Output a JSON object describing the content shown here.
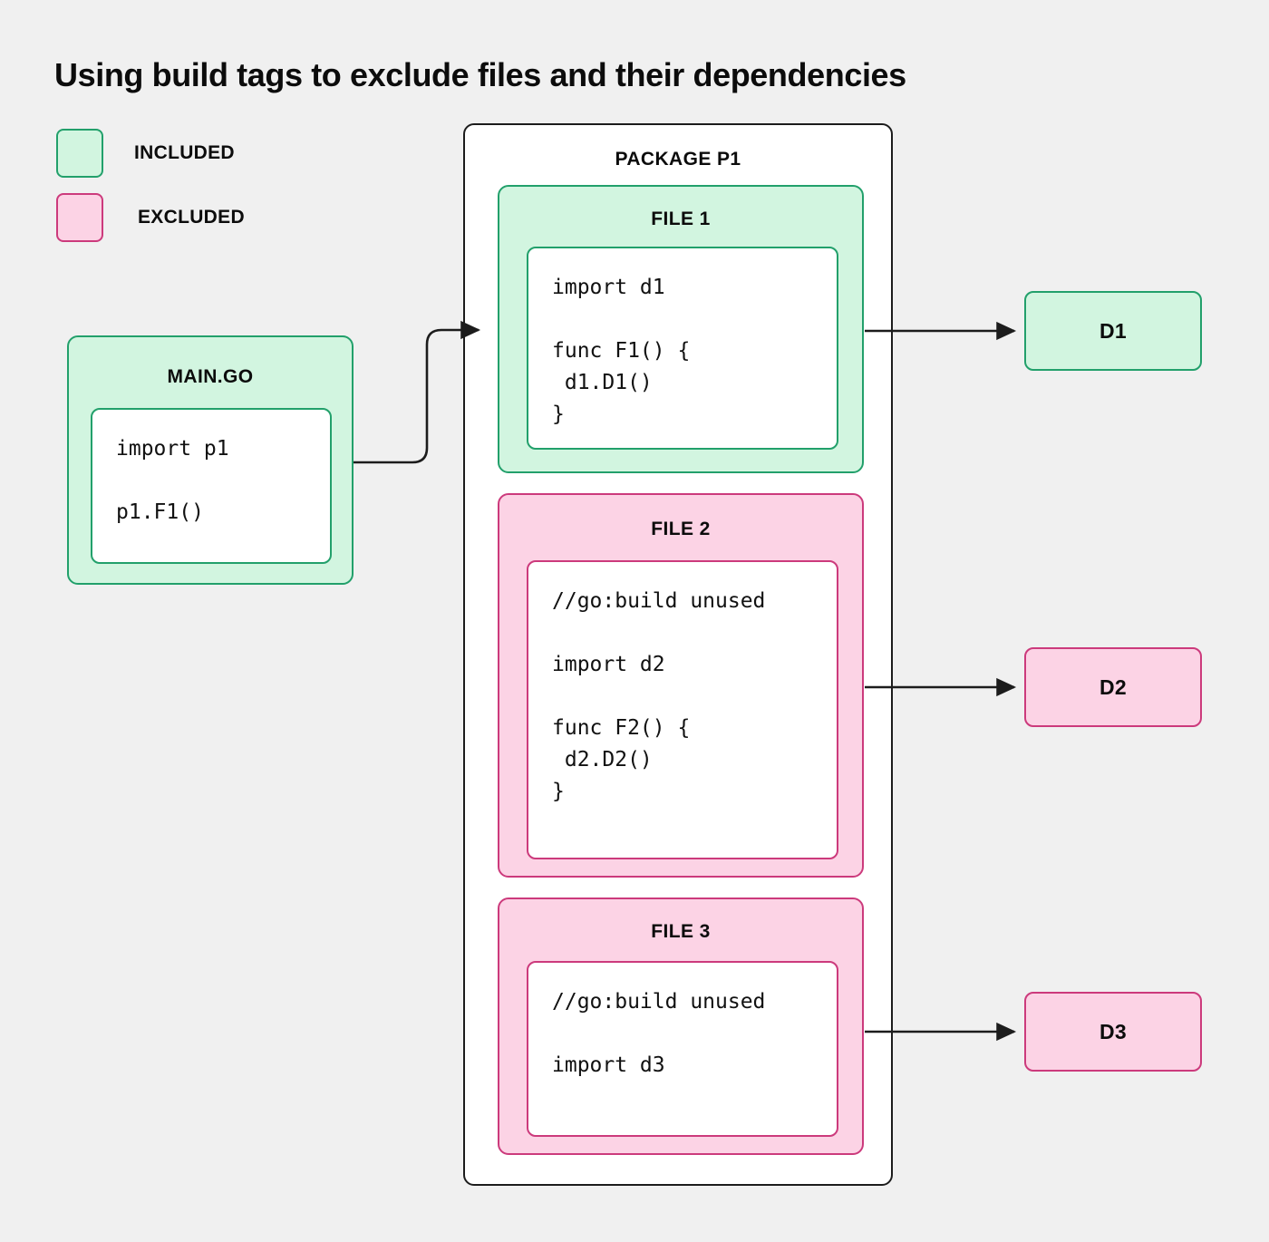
{
  "title": "Using build tags to exclude files and their dependencies",
  "legend": {
    "items": [
      {
        "label": "INCLUDED",
        "state": "included",
        "fill": "#d2f5e0",
        "stroke": "#22a06b"
      },
      {
        "label": "EXCLUDED",
        "state": "excluded",
        "fill": "#fcd3e5",
        "stroke": "#cc3a7c"
      }
    ]
  },
  "colors": {
    "background": "#f0f0f0",
    "included_fill": "#d2f5e0",
    "included_stroke": "#22a06b",
    "excluded_fill": "#fcd3e5",
    "excluded_stroke": "#cc3a7c",
    "panel_fill": "#ffffff",
    "outline": "#1c1c1c",
    "text": "#0c0c0c"
  },
  "main_go": {
    "title": "MAIN.GO",
    "state": "included",
    "code": "import p1\n\np1.F1()"
  },
  "package": {
    "title": "PACKAGE P1",
    "files": [
      {
        "title": "FILE 1",
        "state": "included",
        "code": "import d1\n\nfunc F1() {\n d1.D1()\n}"
      },
      {
        "title": "FILE 2",
        "state": "excluded",
        "code": "//go:build unused\n\nimport d2\n\nfunc F2() {\n d2.D2()\n}"
      },
      {
        "title": "FILE 3",
        "state": "excluded",
        "code": "//go:build unused\n\nimport d3"
      }
    ]
  },
  "dependencies": [
    {
      "label": "D1",
      "state": "included"
    },
    {
      "label": "D2",
      "state": "excluded"
    },
    {
      "label": "D3",
      "state": "excluded"
    }
  ],
  "edges": [
    {
      "from": "main.go",
      "to": "FILE 1"
    },
    {
      "from": "FILE 1",
      "to": "D1"
    },
    {
      "from": "FILE 2",
      "to": "D2"
    },
    {
      "from": "FILE 3",
      "to": "D3"
    }
  ]
}
